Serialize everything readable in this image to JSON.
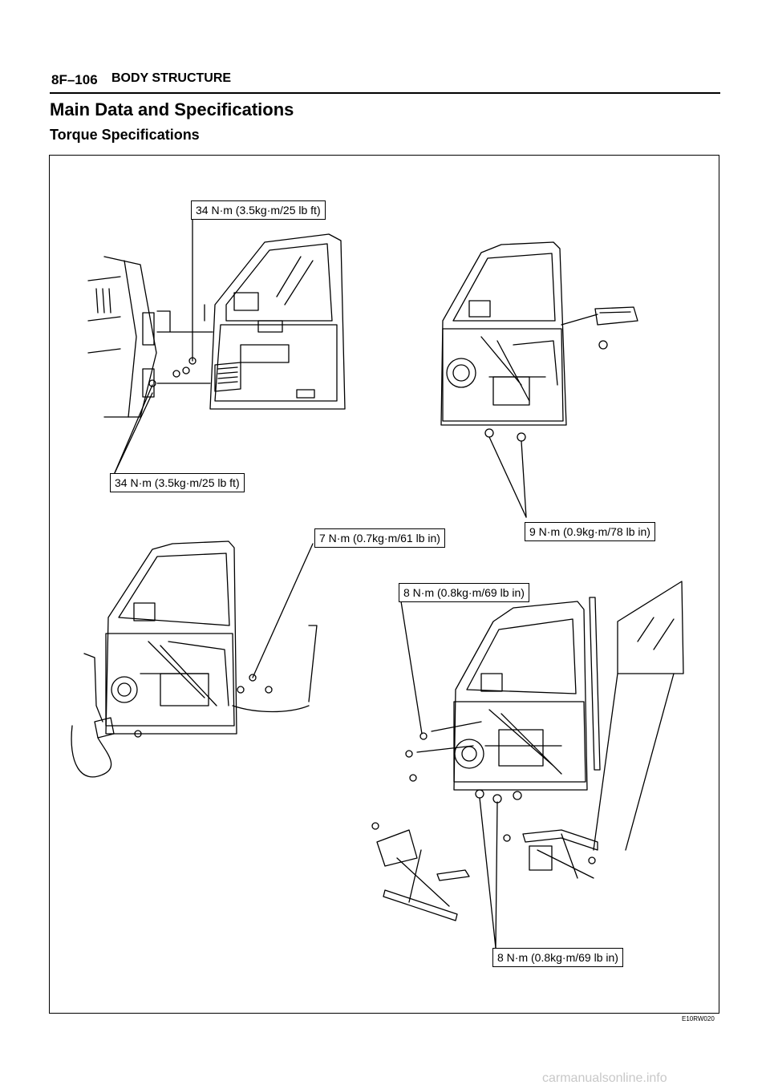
{
  "header": {
    "page_number": "8F–106",
    "section": "BODY STRUCTURE"
  },
  "titles": {
    "main": "Main Data and Specifications",
    "sub": "Torque Specifications"
  },
  "callouts": {
    "c1": "34 N·m (3.5kg·m/25 lb ft)",
    "c2": "34 N·m (3.5kg·m/25 lb ft)",
    "c3": "9 N·m (0.9kg·m/78 lb in)",
    "c4": "7 N·m (0.7kg·m/61 lb in)",
    "c5": "8 N·m (0.8kg·m/69 lb in)",
    "c6": "8 N·m (0.8kg·m/69 lb in)"
  },
  "figure_id": "E10RW020",
  "watermark": "carmanualsonline.info"
}
